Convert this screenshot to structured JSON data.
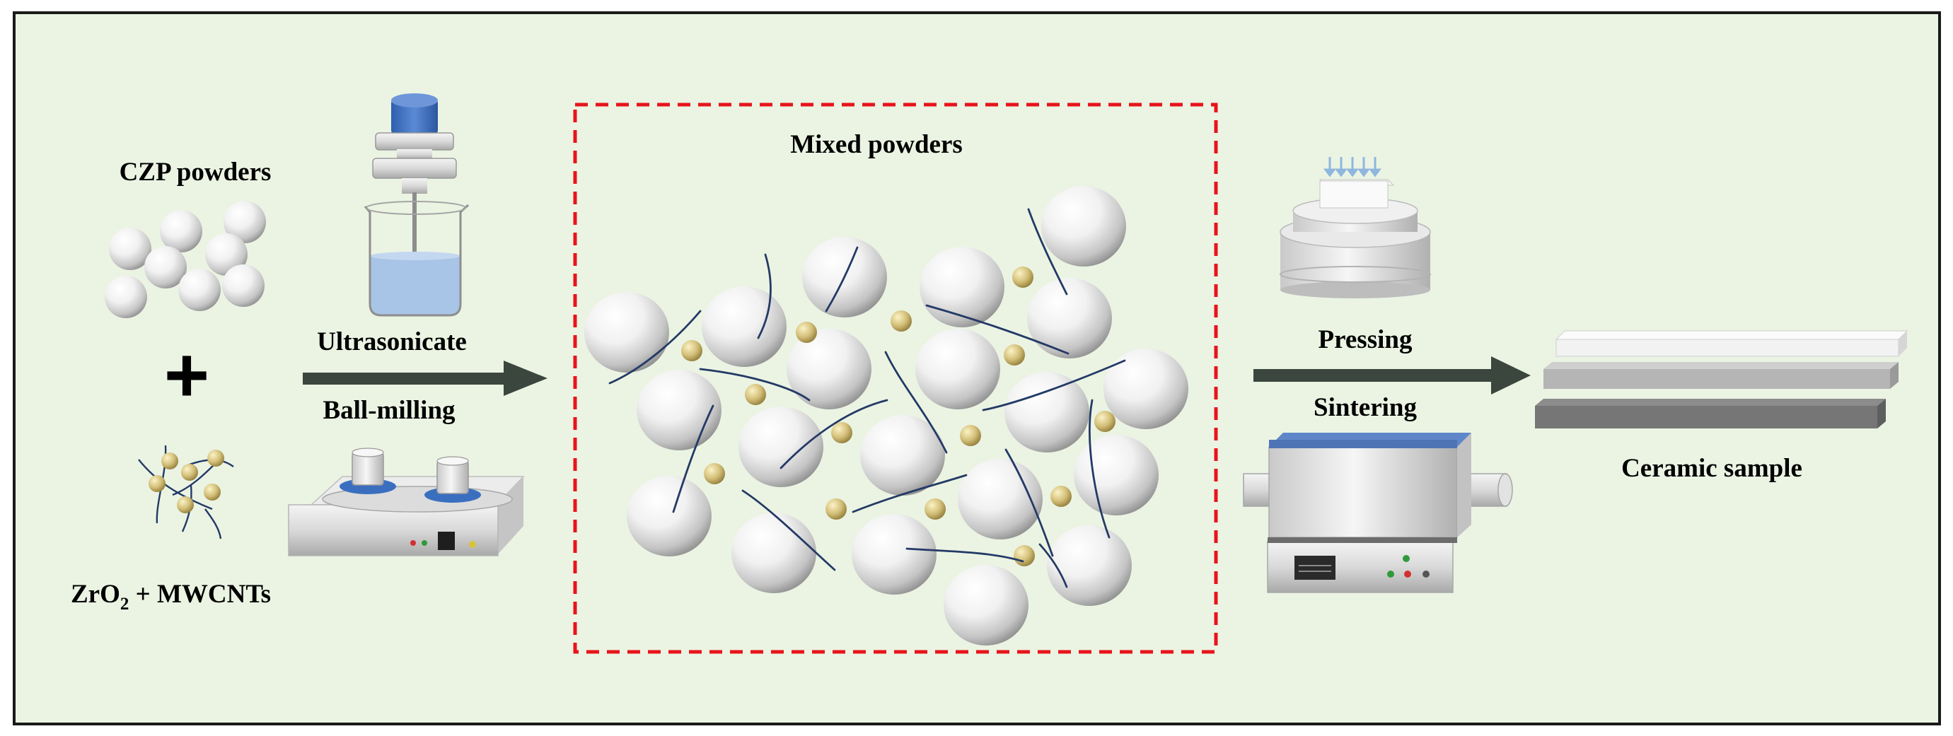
{
  "labels": {
    "czp_powders": "CZP powders",
    "zro2_prefix": "ZrO",
    "zro2_subscript": "2",
    "zro2_suffix": " + MWCNTs",
    "plus": "+",
    "ultrasonicate": "Ultrasonicate",
    "ball_milling": "Ball-milling",
    "mixed_powders": "Mixed powders",
    "pressing": "Pressing",
    "sintering": "Sintering",
    "ceramic_sample": "Ceramic sample"
  },
  "colors": {
    "background": "#ebf4e3",
    "frame": "#1a1a1a",
    "dashed_box": "#e8141b",
    "arrow": "#3a463e",
    "nanotube": "#243a66",
    "zro2_particle": "#c8b56e",
    "liquid": "#a8c4e6",
    "blue_accent": "#3a6fc0",
    "furnace_lid": "#5f86c8"
  },
  "icons": {
    "powder_sphere": "white-sphere-icon",
    "zro2_particle": "gold-particle-icon",
    "nanotube": "carbon-nanotube-icon",
    "ultrasonicator": "ultrasonic-probe-icon",
    "ball_mill": "ball-mill-icon",
    "press": "press-icon",
    "furnace": "tube-furnace-icon",
    "ceramic_bars": "ceramic-bar-icon"
  }
}
